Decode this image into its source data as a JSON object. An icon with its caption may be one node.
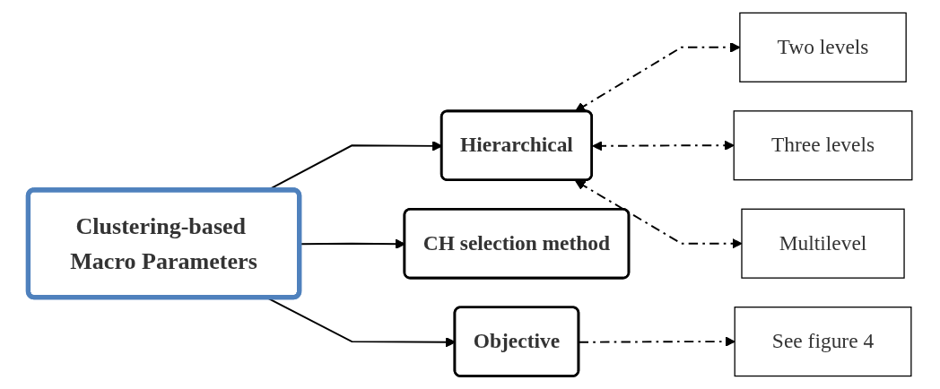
{
  "diagram": {
    "nodes": [
      {
        "text": [
          "Clustering-based Macro Parameters"
        ]
      },
      {
        "text": [
          "Hierarchical"
        ]
      },
      {
        "text": [
          "CH selection method"
        ]
      },
      {
        "text": [
          "Objective"
        ]
      },
      {
        "text": [
          "Two levels"
        ]
      },
      {
        "text": [
          "Three levels"
        ]
      },
      {
        "text": [
          "Multilevel"
        ]
      },
      {
        "text": [
          "See figure 4"
        ]
      }
    ],
    "edges": [
      {
        "from": 0,
        "to": 1,
        "arrow": "to"
      },
      {
        "from": 0,
        "to": 2,
        "arrow": "to"
      },
      {
        "from": 0,
        "to": 3,
        "arrow": "to"
      },
      {
        "from": 1,
        "to": 4,
        "arrow": "both",
        "style": "dashed"
      },
      {
        "from": 1,
        "to": 5,
        "arrow": "both",
        "style": "dashed"
      },
      {
        "from": 1,
        "to": 6,
        "arrow": "both",
        "style": "dashed"
      },
      {
        "from": 3,
        "to": 7,
        "arrow": "to",
        "style": "dashed"
      }
    ]
  }
}
